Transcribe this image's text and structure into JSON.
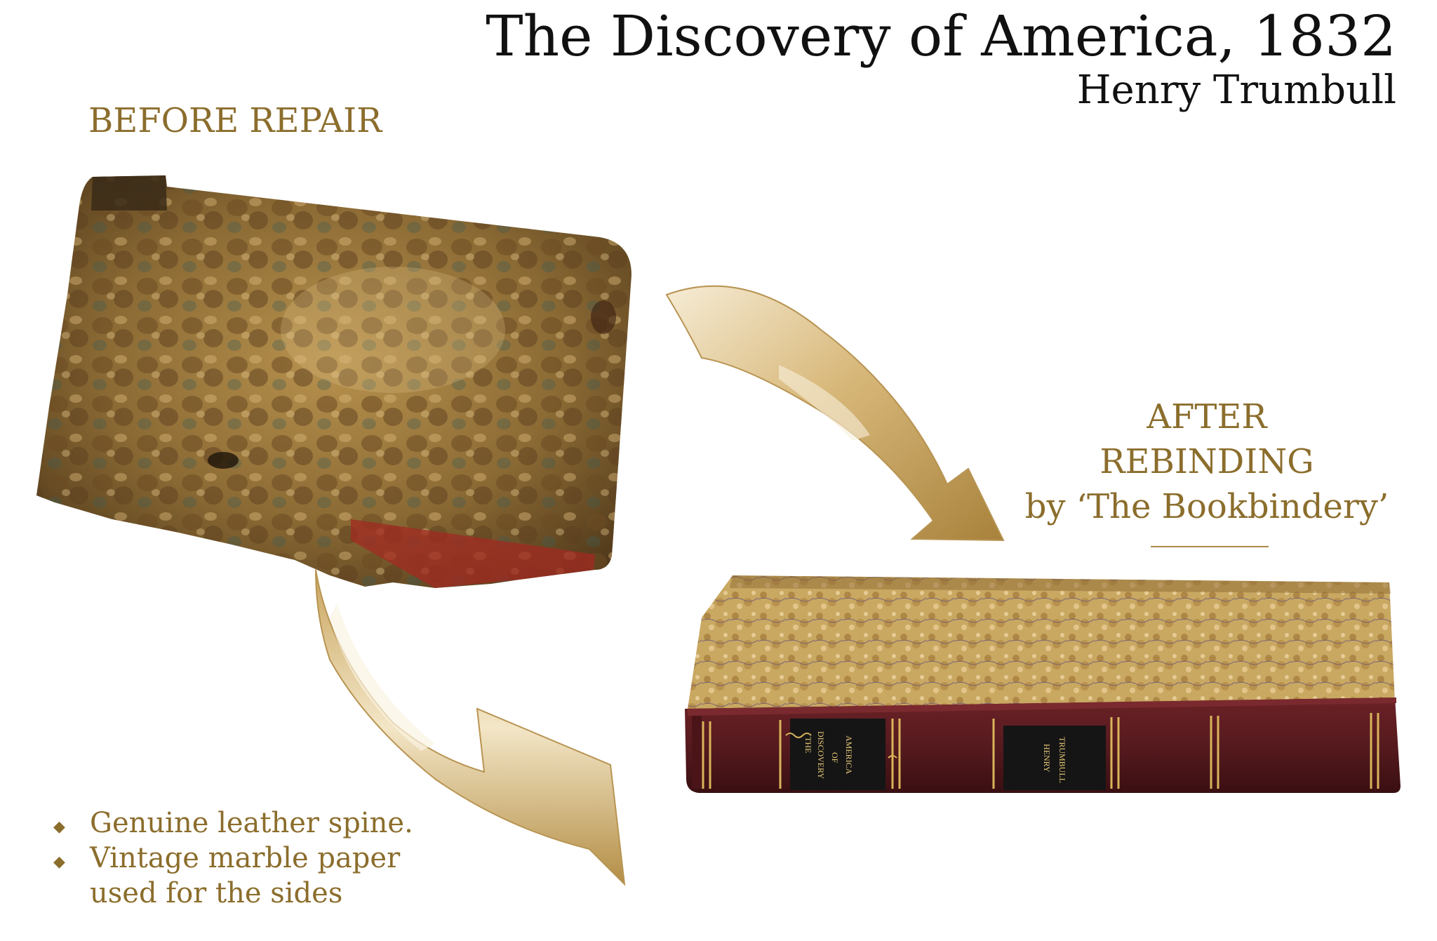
{
  "header": {
    "title": "The Discovery of America, 1832",
    "author": "Henry Trumbull"
  },
  "before": {
    "label": "BEFORE REPAIR"
  },
  "after": {
    "label_line1": "AFTER",
    "label_line2": "REBINDING",
    "label_line3": "by ‘The Bookbindery’"
  },
  "spine": {
    "title_label_1": "THE",
    "title_label_2": "DISCOVERY",
    "title_label_3": "OF",
    "title_label_4": "AMERICA",
    "author_label_1": "HENRY",
    "author_label_2": "TRUMBULL"
  },
  "features": {
    "item1": "Genuine leather spine.",
    "item2_line1": "Vintage marble paper",
    "item2_line2": "used for the sides"
  },
  "colors": {
    "accent_gold": "#8b6d2c",
    "title_text": "#111111",
    "leather": "#5a1a1e",
    "spine_label": "#151515",
    "gilt": "#d9b45a"
  },
  "icons": {
    "bullet": "small-diamond",
    "arrows": "curved-gold-arrow"
  }
}
